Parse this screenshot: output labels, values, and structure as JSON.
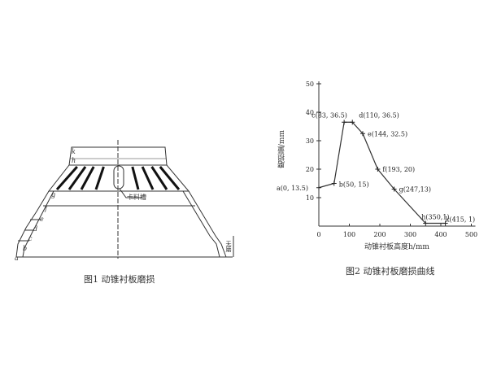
{
  "figure1": {
    "caption": "图1 动锥衬板磨损",
    "groove_label": "卡料槽",
    "side_label": "无磨",
    "level_labels": [
      "k",
      "h",
      "g",
      "f",
      "e",
      "d",
      "c",
      "b",
      "a"
    ]
  },
  "figure2": {
    "caption": "图2 动锥衬板磨损曲线"
  },
  "chart_data": {
    "type": "line",
    "xlabel": "动锥衬板高度h/mm",
    "ylabel": "磨损量/mm",
    "xlim": [
      0,
      500
    ],
    "ylim": [
      0,
      50
    ],
    "xticks": [
      0,
      100,
      200,
      300,
      400,
      500
    ],
    "yticks": [
      10,
      20,
      30,
      40,
      50
    ],
    "grid": false,
    "points": [
      {
        "label": "a(0, 13.5)",
        "x": 0,
        "y": 13.5
      },
      {
        "label": "b(50, 15)",
        "x": 50,
        "y": 15
      },
      {
        "label": "c(83, 36.5)",
        "x": 83,
        "y": 36.5
      },
      {
        "label": "d(110, 36.5)",
        "x": 110,
        "y": 36.5
      },
      {
        "label": "e(144, 32.5)",
        "x": 144,
        "y": 32.5
      },
      {
        "label": "f(193, 20)",
        "x": 193,
        "y": 20
      },
      {
        "label": "g(247,13)",
        "x": 247,
        "y": 13
      },
      {
        "label": "h(350,1)",
        "x": 350,
        "y": 1
      },
      {
        "label": "k(415, 1)",
        "x": 415,
        "y": 1
      }
    ],
    "line_color": "#333333"
  }
}
